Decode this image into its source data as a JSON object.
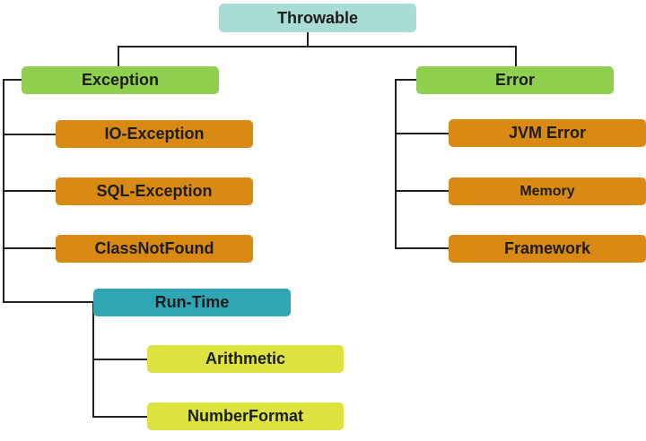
{
  "diagram": {
    "colors": {
      "root": "#a9dcd4",
      "category": "#8fd14f",
      "checked": "#d98a12",
      "runtime": "#2fa6b3",
      "unchecked": "#dde33e",
      "line": "#222222"
    },
    "nodes": {
      "throwable": "Throwable",
      "exception": "Exception",
      "error": "Error",
      "io_exception": "IO-Exception",
      "sql_exception": "SQL-Exception",
      "class_not_found": "ClassNotFound",
      "run_time": "Run-Time",
      "arithmetic": "Arithmetic",
      "number_format": "NumberFormat",
      "jvm_error": "JVM Error",
      "memory": "Memory",
      "framework": "Framework"
    }
  }
}
